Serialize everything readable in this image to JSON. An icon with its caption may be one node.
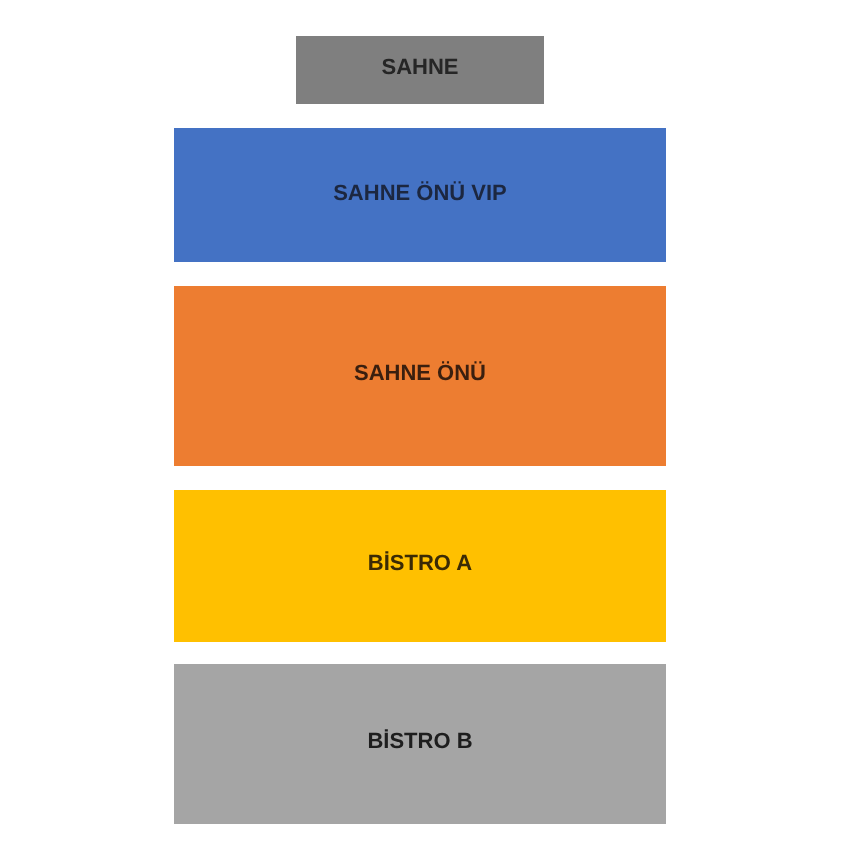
{
  "diagram": {
    "nodes": [
      {
        "text": [
          "SAHNE"
        ]
      },
      {
        "text": [
          "SAHNE ÖNÜ VIP"
        ]
      },
      {
        "text": [
          "SAHNE ÖNÜ"
        ]
      },
      {
        "text": [
          "BİSTRO A"
        ]
      },
      {
        "text": [
          "BİSTRO B"
        ]
      }
    ]
  }
}
